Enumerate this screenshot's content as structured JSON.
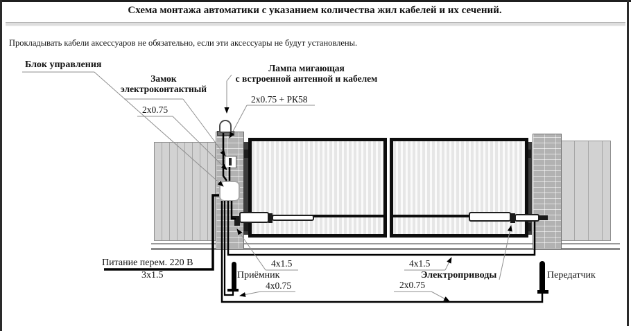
{
  "page": {
    "title": "Схема монтажа автоматики с указанием количества жил кабелей и их сечений.",
    "note": "Прокладывать кабели аксессуаров не обязательно, если эти аксессуары не будут установлены."
  },
  "labels": {
    "control_unit": "Блок управления",
    "lock_line1": "Замок",
    "lock_line2": "электроконтактный",
    "lock_cable": "2x0.75",
    "lamp_line1": "Лампа мигающая",
    "lamp_line2": "с встроенной антенной и кабелем",
    "lamp_cable": "2x0.75 + РК58",
    "power_supply": "Питание перем.  220 В",
    "power_cable": "3x1.5",
    "drive_cable_left": "4x1.5",
    "receiver": "Приёмник",
    "receiver_cable": "4x0.75",
    "drive_cable_right": "4x1.5",
    "drives": "Электроприводы",
    "transmitter_cable": "2x0.75",
    "transmitter": "Передатчик"
  },
  "colors": {
    "page_border": "#1f1f1f",
    "wire": "#000000",
    "leader_line": "#8f8f8f",
    "brick": "#b2b2b2",
    "fence": "#d2d2d2",
    "gate_frame": "#0d0d0d",
    "gate_panel": "#ececec",
    "divider": "#dedede"
  }
}
